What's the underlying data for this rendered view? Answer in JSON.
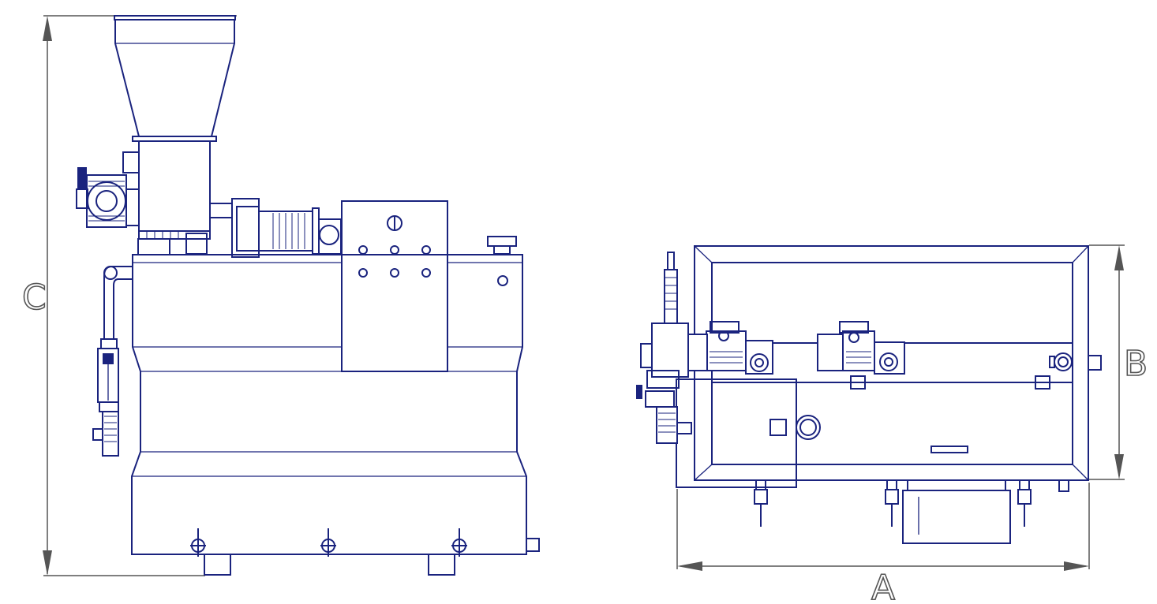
{
  "dimensions": {
    "height_label": "C",
    "width_label": "A",
    "depth_label": "B"
  },
  "colors": {
    "drawing_line": "#1a237e",
    "dimension_line": "#555555",
    "background": "#ffffff"
  }
}
